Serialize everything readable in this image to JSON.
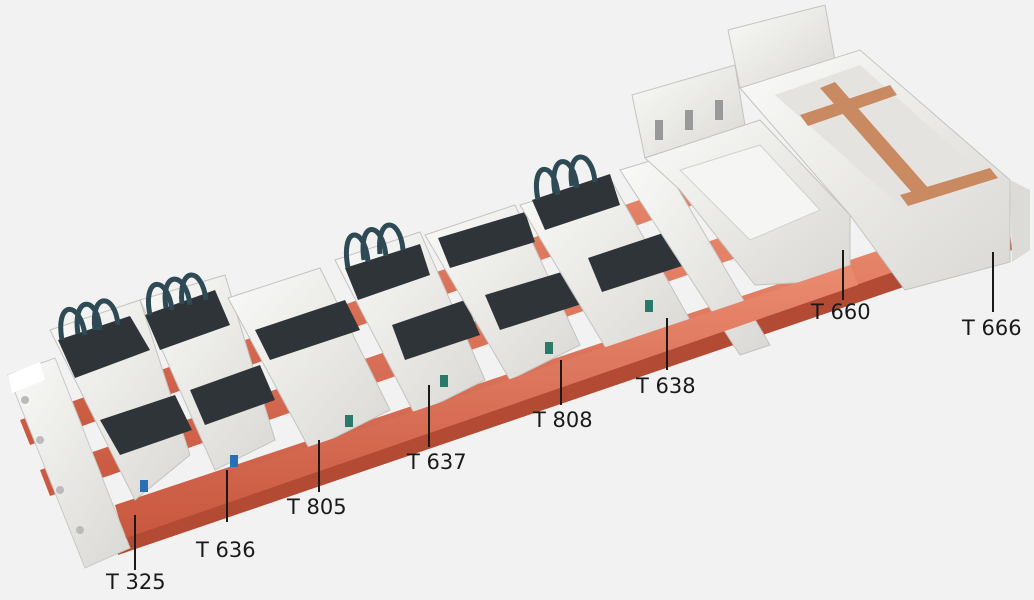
{
  "labels": {
    "t325": "T 325",
    "t636": "T 636",
    "t805": "T 805",
    "t637": "T 637",
    "t808": "T 808",
    "t638": "T 638",
    "t660": "T 660",
    "t666": "T 666"
  },
  "colors": {
    "background": "#f2f2f2",
    "busbar": "#e07a5e",
    "housing": "#ecebe8",
    "clamp": "#2f3438",
    "cable": "#2e4a55",
    "copper": "#c98a62",
    "accent": "#2a6fb5"
  }
}
